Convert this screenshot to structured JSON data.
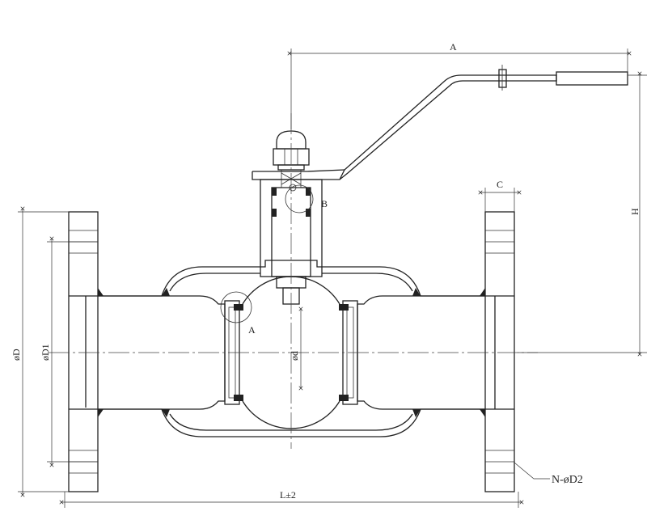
{
  "labels": {
    "dim_A": "A",
    "dim_C": "C",
    "dim_H": "H",
    "dim_D": "øD",
    "dim_D1": "øD1",
    "dim_d": "ød",
    "dim_L": "L±2",
    "note_N_D2": "N-øD2",
    "detail_A": "A",
    "detail_B": "B"
  },
  "colors": {
    "line": "#222222",
    "background": "#ffffff"
  }
}
